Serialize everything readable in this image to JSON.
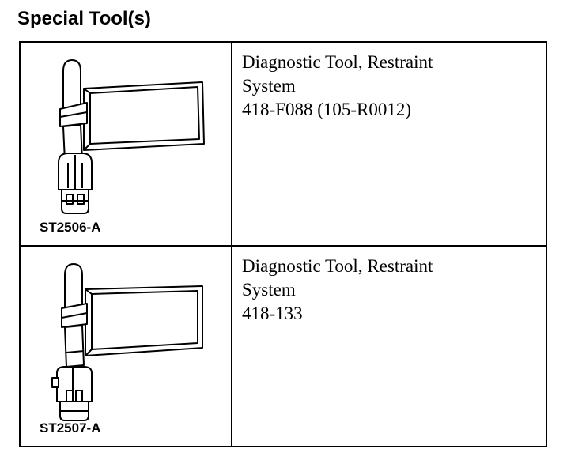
{
  "title": "Special Tool(s)",
  "tools": [
    {
      "code": "ST2506-A",
      "description_lines": [
        "Diagnostic Tool, Restraint",
        "System"
      ],
      "part_number": "418-F088 (105-R0012)"
    },
    {
      "code": "ST2507-A",
      "description_lines": [
        "Diagnostic Tool, Restraint",
        "System"
      ],
      "part_number": "418-133"
    }
  ]
}
